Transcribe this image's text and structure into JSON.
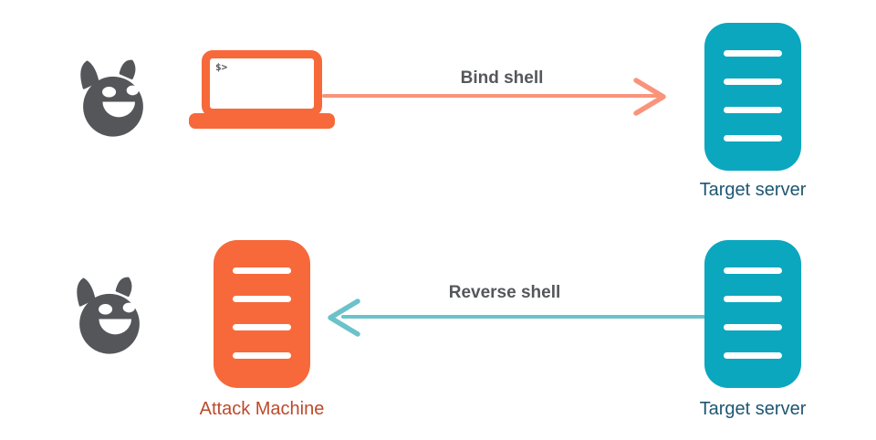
{
  "row1": {
    "prompt": "$>",
    "arrow_label": "Bind shell",
    "target_label": "Target server"
  },
  "row2": {
    "arrow_label": "Reverse shell",
    "source_label": "Attack Machine",
    "target_label": "Target server"
  },
  "icons": {
    "attacker": "devil-face-icon",
    "source_row1": "laptop-terminal-icon",
    "source_row2": "server-icon",
    "target": "server-icon",
    "arrow_row1": "chevron-right-icon",
    "arrow_row2": "chevron-left-icon"
  },
  "colors": {
    "orange": "#F7693A",
    "salmon_arrow": "#F9947B",
    "teal": "#0BA7BF",
    "teal_arrow": "#6BC2CB",
    "devil_gray": "#54565A",
    "arrow_text_gray": "#55575B",
    "target_label_navy": "#1D5673",
    "attack_label_brick": "#BC4A2B"
  }
}
